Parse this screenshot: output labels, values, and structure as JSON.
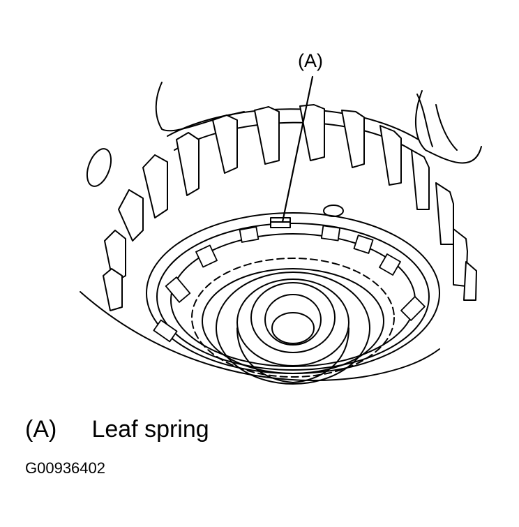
{
  "figure": {
    "callout": "(A)",
    "legend": [
      {
        "key": "(A)",
        "text": "Leaf spring"
      }
    ],
    "figure_id": "G00936402"
  }
}
